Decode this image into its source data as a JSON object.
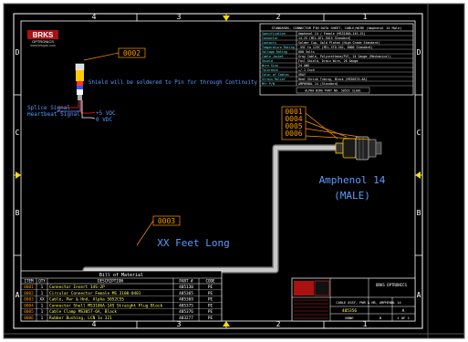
{
  "sheet": {
    "columns": [
      "4",
      "3",
      "2",
      "1"
    ],
    "rows": [
      "D",
      "C",
      "B",
      "A"
    ]
  },
  "logo": {
    "brand": "BRKS",
    "sub": "OPTRONICS",
    "url": "www.brkopto.com"
  },
  "callouts": {
    "c0002": "0002",
    "c0003": "0003",
    "c0001_group": [
      "0001",
      "0004",
      "0005",
      "0006"
    ]
  },
  "notes": {
    "shield": "Shield will be soldered to Pin for through Continuity",
    "splice_signal": "Splice Signal",
    "heartbeat_signal": "Heartbeat Signal",
    "plus_vdc": "+5 VDC",
    "zero_vdc": "0 VDC",
    "connector_name": "Amphenol 14",
    "connector_gender": "(MALE)",
    "length": "XX Feet Long"
  },
  "spec_table": {
    "title": "STANDARDS, CONNECTOR PIN DATA SHEET, CABLE/WIRE (Amphenol 14 Male)",
    "rows": [
      [
        "Specification",
        "Amphenol 14 / Female (MS3106A-14S-2S)"
      ],
      [
        "Connector",
        "14-2S (MIL-DTL-5015 Standard)"
      ],
      [
        "Contacts",
        "Solder Cup, Gold Plated (High Grade Standard)"
      ],
      [
        "Temperature Rating",
        "-55C to 125C (MIL-STD-202, 6000 Standard)"
      ],
      [
        "Voltage Rating",
        "600 Volts"
      ],
      [
        "Cable Jacket",
        "Gray Cable, Polyurethane/PVC, 24 Gauge (Mechanical)"
      ],
      [
        "Shield",
        "Foil Shield, Drain Wire, 26 Gauge"
      ],
      [
        "Wire Size",
        "24 AWG"
      ],
      [
        "Tolerance",
        "+/-1 Inch"
      ],
      [
        "Color of Cables",
        "GRAY"
      ],
      [
        "Strain Relief",
        "Heat Shrink Tubing, Black (MS3057A-6A)"
      ],
      [
        "Mfr P/N",
        "AMPHENOL 14 (Standard)"
      ]
    ],
    "footnote": "ALPHA WIRE PART NO. 5052C SL001"
  },
  "bom": {
    "title": "Bill of Material",
    "headers": [
      "ITEM",
      "QTY",
      "DESCRIPTION",
      "PART #",
      "CODE"
    ],
    "rows": [
      [
        "0001",
        "1",
        "Connector Insert 14S-2P",
        "405130",
        "PE"
      ],
      [
        "0002",
        "1",
        "Circular Connector Female MS 3100-0401",
        "405365",
        "PE"
      ],
      [
        "0003",
        "XX",
        "Cable, Pwr & Hnd, Alpha 5052CSS",
        "405369",
        "PE"
      ],
      [
        "0004",
        "1",
        "Connector Shell MS3106A-14S Straight Plug Block",
        "405375",
        "PE"
      ],
      [
        "0005",
        "1",
        "Cable Clamp MS3057-6A, Black",
        "405376",
        "PE"
      ],
      [
        "0006",
        "1",
        "Rubber Bushing, LCN 1x 321",
        "403277",
        "PE"
      ]
    ]
  },
  "title_block": {
    "company": "BRKS OPTRONICS",
    "title": "CABLE ASSY, PWR & HB, AMPHENOL 14",
    "drawing_no": "405356",
    "rev": "A",
    "scale": "NONE",
    "size": "B",
    "sheet": "1 OF 1"
  },
  "colors": {
    "background": "#000000",
    "border": "#ffffff",
    "callout": "#ff9900",
    "note_blue": "#5a9cff",
    "wire_red": "#ff2020",
    "cable_gray": "#b8b8b8",
    "bom_yellow": "#ffff55",
    "table_cyan": "#55ffff",
    "arrow_yellow": "#ffdd00"
  }
}
